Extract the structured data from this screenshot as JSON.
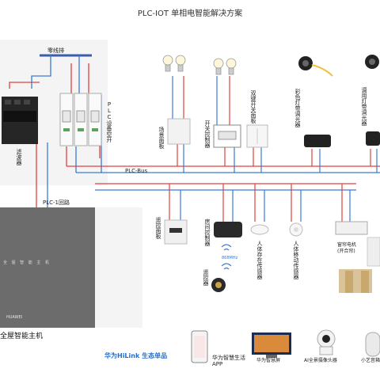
{
  "title": "PLC-IOT  单相电智能解决方案",
  "bus": {
    "neutral": "零线排",
    "plc_bus": "PLC-Bus",
    "plc_loop": "PLC-1回路"
  },
  "left_devices": {
    "filter": [
      "滤",
      "波",
      "器"
    ],
    "breaker": [
      "P",
      "L",
      "C",
      "设",
      "备",
      "空",
      "开"
    ]
  },
  "hub": {
    "label": "全屋智能主机",
    "panel_text": "全 屋 智 能 主 机",
    "brand": "HUAWEI"
  },
  "top_devices": [
    {
      "id": "scene",
      "label": [
        "场",
        "景",
        "面",
        "板"
      ]
    },
    {
      "id": "switch-ctrl",
      "label": [
        "开",
        "关",
        "控",
        "制",
        "器"
      ]
    },
    {
      "id": "dual-switch",
      "label": [
        "双",
        "键",
        "开",
        "关",
        "面",
        "板"
      ]
    },
    {
      "id": "color-led",
      "label": [
        "彩",
        "色",
        "灯",
        "带",
        "调",
        "光",
        "器"
      ]
    },
    {
      "id": "white-led",
      "label": [
        "调",
        "用",
        "灯",
        "带",
        "调",
        "光",
        "器"
      ]
    }
  ],
  "bottom_devices": [
    {
      "id": "remote-panel",
      "label": [
        "遥",
        "控",
        "面",
        "板"
      ]
    },
    {
      "id": "room-ctrl",
      "label": [
        "房",
        "间",
        "控",
        "制",
        "器"
      ]
    },
    {
      "id": "presence",
      "label": [
        "人",
        "体",
        "存",
        "在",
        "传",
        "感",
        "器"
      ]
    },
    {
      "id": "motion",
      "label": [
        "人",
        "体",
        "移",
        "动",
        "传",
        "感",
        "器"
      ]
    },
    {
      "id": "curtain",
      "label": [
        "窗",
        "帘",
        "电",
        "机",
        "(开合帘)"
      ]
    }
  ],
  "remote": {
    "label": [
      "遥",
      "控",
      "器"
    ],
    "freq": "868MHz"
  },
  "hilink": {
    "title": "华为HiLink 生态单品",
    "items": [
      "华为智慧生活APP",
      "华为智慧屏",
      "AI全景摄像头器",
      "小艺音箱"
    ]
  },
  "colors": {
    "red": "#e0413c",
    "blue": "#3a7bd5",
    "accent": "#1f6fd1"
  }
}
